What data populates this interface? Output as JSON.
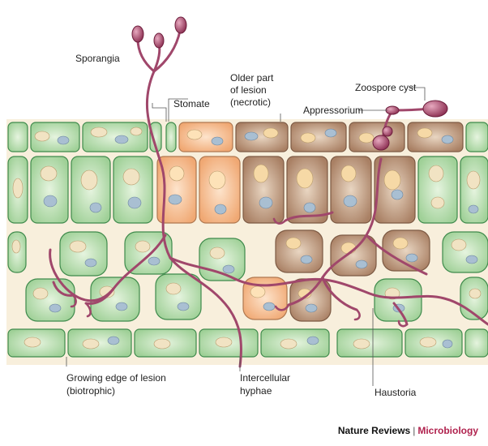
{
  "labels": {
    "sporangia": "Sporangia",
    "stomate": "Stomate",
    "older_part_line1": "Older part",
    "older_part_line2": "of lesion",
    "older_part_line3": "(necrotic)",
    "zoospore_cyst": "Zoospore cyst",
    "appressorium": "Appressorium",
    "growing_edge_line1": "Growing edge of lesion",
    "growing_edge_line2": "(biotrophic)",
    "intercellular_line1": "Intercellular",
    "intercellular_line2": "hyphae",
    "haustoria": "Haustoria"
  },
  "credit": {
    "publisher": "Nature Reviews",
    "separator": "|",
    "journal": "Microbiology"
  },
  "colors": {
    "healthy_cell": "#a9d8a2",
    "healthy_border": "#3f8a4c",
    "infected_cell": "#f3b98a",
    "necrotic_cell": "#b89478",
    "chloroplast": "#f1e3c3",
    "nucleus": "#a9bfd2",
    "hyphae": "#a0476b",
    "tissue_background": "#f8efdc"
  }
}
